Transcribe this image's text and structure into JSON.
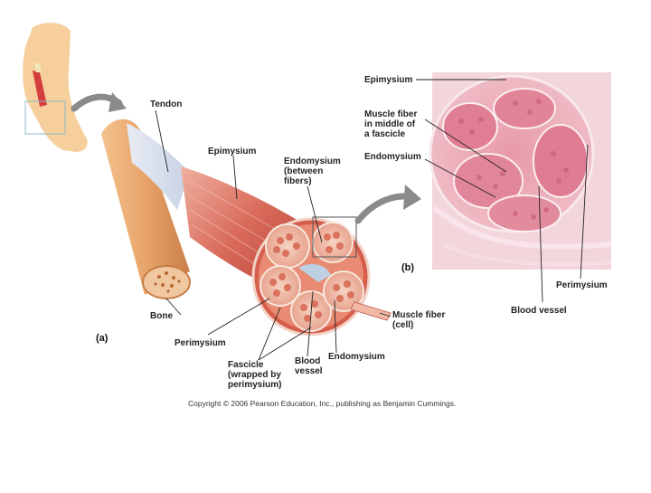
{
  "diagram": {
    "panels": {
      "a": "(a)",
      "b": "(b)"
    },
    "labels": {
      "tendon": "Tendon",
      "epimysium_a": "Epimysium",
      "endomysium_a": "Endomysium\n(between\nfibers)",
      "bone": "Bone",
      "perimysium_a": "Perimysium",
      "fascicle": "Fascicle\n(wrapped by\nperimysium)",
      "blood_vessel_a": "Blood\nvessel",
      "endomysium_bottom": "Endomysium",
      "muscle_fiber_cell": "Muscle fiber\n(cell)",
      "epimysium_b": "Epimysium",
      "muscle_fiber_middle": "Muscle fiber\nin middle of\na fascicle",
      "endomysium_b": "Endomysium",
      "perimysium_b": "Perimysium",
      "blood_vessel_b": "Blood vessel"
    },
    "copyright": "Copyright © 2006 Pearson Education, Inc., publishing as Benjamin Cummings."
  }
}
